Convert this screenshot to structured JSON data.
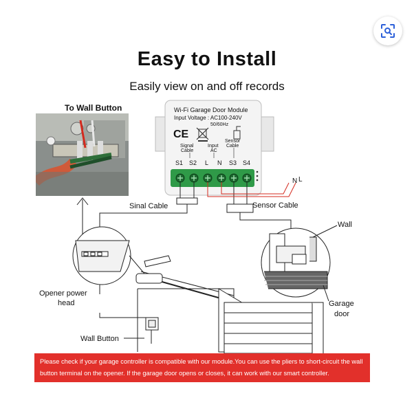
{
  "header": {
    "title": "Easy to Install",
    "subtitle": "Easily view on and off records"
  },
  "toolbar": {
    "scan_icon": "image-search-icon"
  },
  "module": {
    "name": "Wi-Fi Garage Door Module",
    "voltage": "Input Voltage : AC100-240V",
    "frequency": "50/60Hz",
    "ce_mark": "CE",
    "signal_label_1": "Signal",
    "signal_label_2": "Cable",
    "input_label_1": "Input",
    "input_label_2": "AC",
    "sensor_label_1": "Sensor",
    "sensor_label_2": "Cable",
    "terminals": [
      "S1",
      "S2",
      "L",
      "N",
      "S3",
      "S4"
    ]
  },
  "labels": {
    "to_wall_button": "To Wall Button",
    "sinal_cable": "Sinal Cable",
    "sensor_cable": "Sensor Cable",
    "n": "N",
    "l": "L",
    "wall": "Wall",
    "opener_line1": "Opener power",
    "opener_line2": "head",
    "garage_line1": "Garage",
    "garage_line2": "door",
    "wall_button": "Wall Button"
  },
  "notice": {
    "text": "Please check if your garage controller is compatible with our module.You can use the pliers to short-circuit the wall button terminal on the opener. If the garage door opens or closes, it can work with our smart controller."
  },
  "colors": {
    "notice_bg": "#e2302b",
    "terminal_green": "#2f9a48",
    "red_label": "#d42a1e",
    "line": "#222222"
  }
}
